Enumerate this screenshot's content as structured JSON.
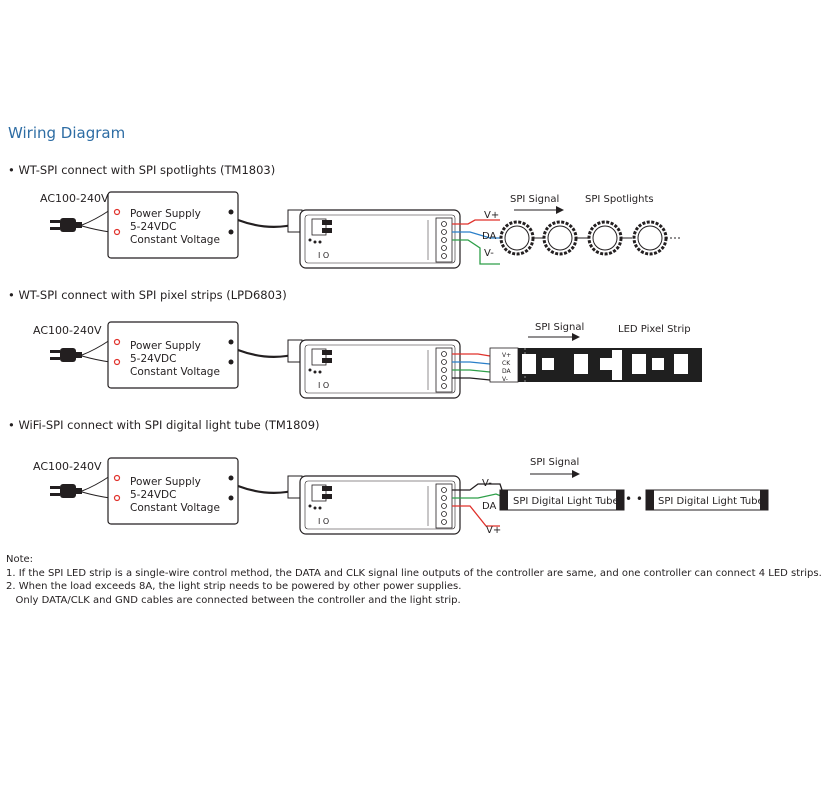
{
  "page_title": "Wiring Diagram",
  "colors": {
    "title": "#2e6da4",
    "wire_red": "#e0312b",
    "wire_blue": "#2a7fc9",
    "wire_green": "#2e9f49",
    "outline": "#231f20",
    "signal_arrow": "#231f20"
  },
  "sections": [
    {
      "heading": "• WT-SPI connect with SPI spotlights (TM1803)",
      "ac_label": "AC100-240V",
      "psu_lines": [
        "Power Supply",
        "5-24VDC",
        "Constant Voltage"
      ],
      "signal_label": "SPI Signal",
      "load_label": "SPI Spotlights",
      "pin_labels": [
        "V+",
        "DA",
        "V-"
      ]
    },
    {
      "heading": "• WT-SPI connect with SPI pixel strips (LPD6803)",
      "ac_label": "AC100-240V",
      "psu_lines": [
        "Power Supply",
        "5-24VDC",
        "Constant Voltage"
      ],
      "signal_label": "SPI Signal",
      "load_label": "LED Pixel Strip",
      "pin_labels": [
        "V+",
        "CK",
        "DA",
        "V-"
      ]
    },
    {
      "heading": "• WiFi-SPI connect with SPI digital light tube (TM1809)",
      "ac_label": "AC100-240V",
      "psu_lines": [
        "Power Supply",
        "5-24VDC",
        "Constant Voltage"
      ],
      "signal_label": "SPI Signal",
      "load_label": "SPI Digital Light Tube",
      "pin_labels": [
        "V-",
        "DA",
        "V+"
      ]
    }
  ],
  "note": {
    "heading": "Note:",
    "lines": [
      "1. If the SPI LED strip is a single-wire control method, the DATA and CLK signal line outputs of the controller are same, and one controller can connect 4 LED strips.",
      "2. When the load exceeds 8A, the light strip needs to be powered by other power supplies.",
      "   Only DATA/CLK and GND cables are connected between the controller and the light strip."
    ]
  }
}
